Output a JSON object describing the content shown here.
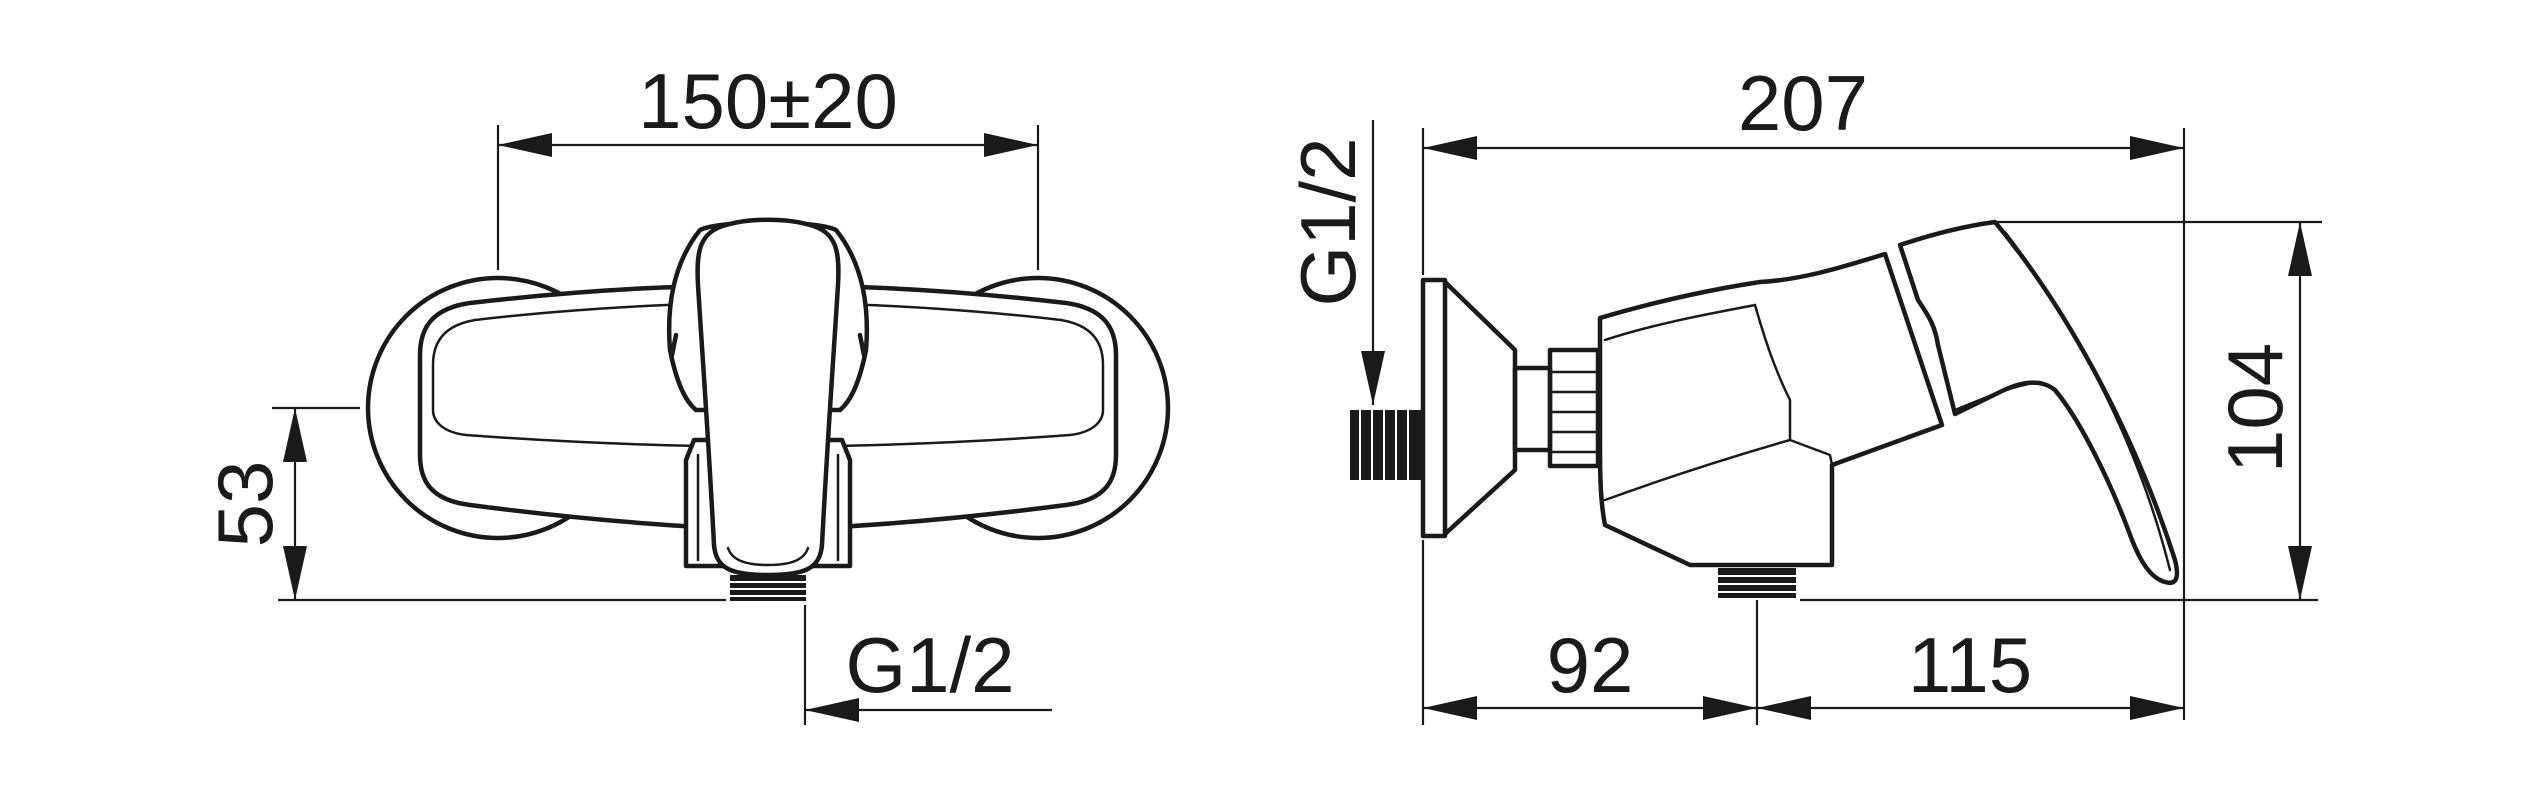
{
  "front_view": {
    "width_dim": "150±20",
    "height_dim": "53",
    "outlet_thread": "G1/2"
  },
  "side_view": {
    "overall_length_dim": "207",
    "height_dim": "104",
    "inlet_thread": "G1/2",
    "wall_to_outlet_dim": "92",
    "outlet_to_tip_dim": "115"
  }
}
